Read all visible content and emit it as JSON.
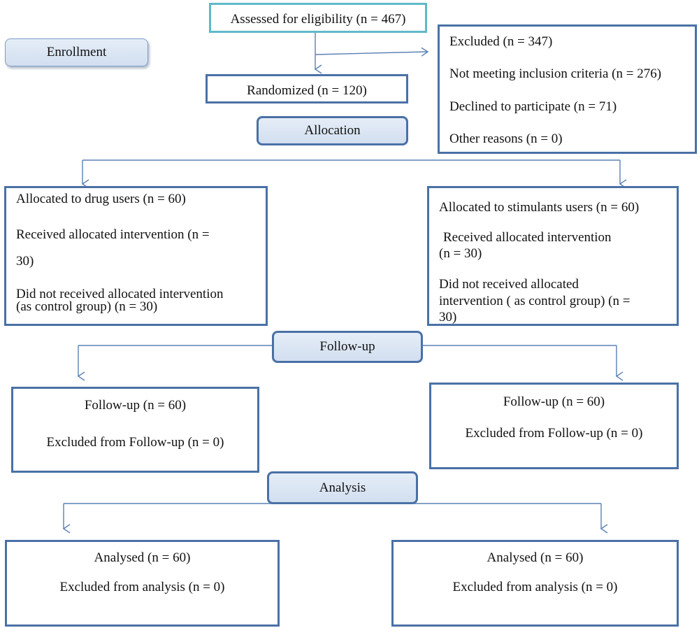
{
  "enrollment": "Enrollment",
  "assessed": "Assessed for eligibility (n = 467)",
  "excluded": {
    "title": "Excluded (n = 347)",
    "not_meeting": "Not meeting inclusion  criteria (n = 276)",
    "declined": "Declined to participate (n = 71)",
    "other": "Other reasons (n = 0)"
  },
  "randomized": "Randomized (n = 120)",
  "allocation": "Allocation",
  "left_alloc": {
    "title": "Allocated  to drug users (n = 60)",
    "received_1": "Received allocated  intervention (n =",
    "received_2": "30)",
    "not_received_1": "Did not received allocated  intervention",
    "not_received_2": "(as control group) (n = 30)"
  },
  "right_alloc": {
    "title": "Allocated  to stimulants users (n = 60)",
    "received_1": "Received allocated  intervention",
    "received_2": "(n = 30)",
    "not_received_1": "Did not received allocated",
    "not_received_2": "intervention ( as control group) (n =",
    "not_received_3": "30)"
  },
  "followup_stage": "Follow-up",
  "left_followup": {
    "title": "Follow-up (n = 60)",
    "excluded": "Excluded from Follow-up (n = 0)"
  },
  "right_followup": {
    "title": "Follow-up (n = 60)",
    "excluded": "Excluded from Follow-up (n = 0)"
  },
  "analysis_stage": "Analysis",
  "left_analysis": {
    "title": "Analysed (n = 60)",
    "excluded": "Excluded from analysis (n = 0)"
  },
  "right_analysis": {
    "title": "Analysed (n = 60)",
    "excluded": "Excluded from analysis (n = 0)"
  },
  "colors": {
    "border": "#4a71a6",
    "assessed_border": "#5fb9c9",
    "stage_fill": "#dce6f3",
    "arrow": "#5a80b5"
  }
}
